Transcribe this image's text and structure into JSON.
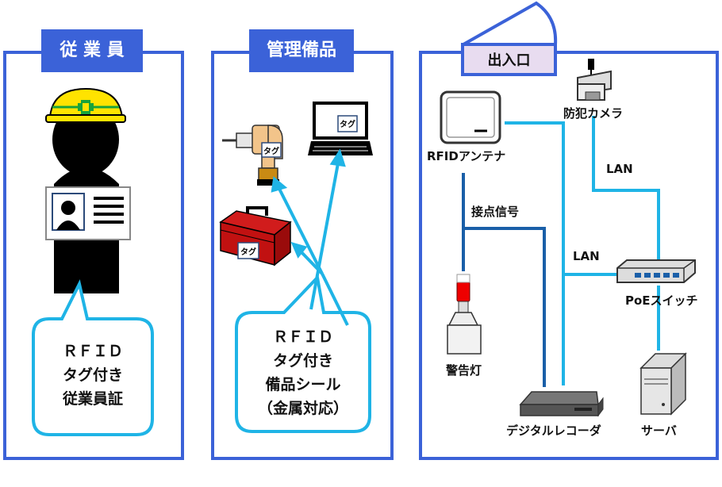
{
  "panels": {
    "employee": {
      "title": "従 業 員",
      "bubble": [
        "ＲＦＩＤ",
        "タグ付き",
        "従業員証"
      ]
    },
    "equipment": {
      "title": "管理備品",
      "bubble": [
        "ＲＦＩＤ",
        "タグ付き",
        "備品シール",
        "（金属対応）"
      ],
      "tag_label": "タグ"
    },
    "entrance": {
      "title": "出入口"
    }
  },
  "devices": {
    "rfid_antenna": "RFIDアンテナ",
    "camera": "防犯カメラ",
    "poe_switch": "PoEスイッチ",
    "warning_light": "警告灯",
    "recorder": "デジタルレコーダ",
    "server": "サーバ"
  },
  "connections": {
    "lan_camera": "LAN",
    "lan_recorder": "LAN",
    "contact_signal": "接点信号"
  },
  "colors": {
    "panel_blue": "#3b62d8",
    "cyan": "#1fb4e6",
    "dark_blue": "#1a5fa8"
  }
}
